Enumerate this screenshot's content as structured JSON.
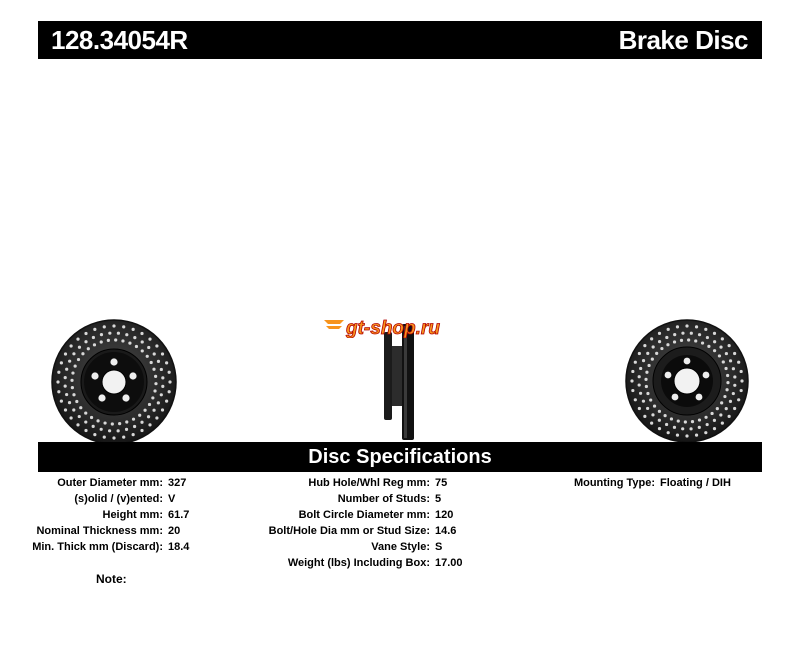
{
  "header": {
    "part_number": "128.34054R",
    "category": "Brake Disc"
  },
  "watermark": {
    "text": "gt-shop.ru",
    "colors": {
      "fill": "#f7941d",
      "outline": "#b30000"
    }
  },
  "spec_section": {
    "title": "Disc Specifications"
  },
  "specs": {
    "col1": [
      {
        "label": "Outer Diameter mm:",
        "value": "327"
      },
      {
        "label": "(s)olid / (v)ented:",
        "value": "V"
      },
      {
        "label": "Height mm:",
        "value": "61.7"
      },
      {
        "label": "Nominal Thickness mm:",
        "value": "20"
      },
      {
        "label": "Min. Thick mm (Discard):",
        "value": "18.4"
      }
    ],
    "col2": [
      {
        "label": "Hub Hole/Whl Reg mm:",
        "value": "75"
      },
      {
        "label": "Number of Studs:",
        "value": "5"
      },
      {
        "label": "Bolt Circle Diameter mm:",
        "value": "120"
      },
      {
        "label": "Bolt/Hole Dia mm or Stud Size:",
        "value": "14.6"
      },
      {
        "label": "Vane Style:",
        "value": "S"
      },
      {
        "label": "Weight (lbs) Including Box:",
        "value": "17.00"
      }
    ],
    "col3": [
      {
        "label": "Mounting Type:",
        "value": "Floating / DIH"
      }
    ]
  },
  "note": {
    "label": "Note:"
  }
}
